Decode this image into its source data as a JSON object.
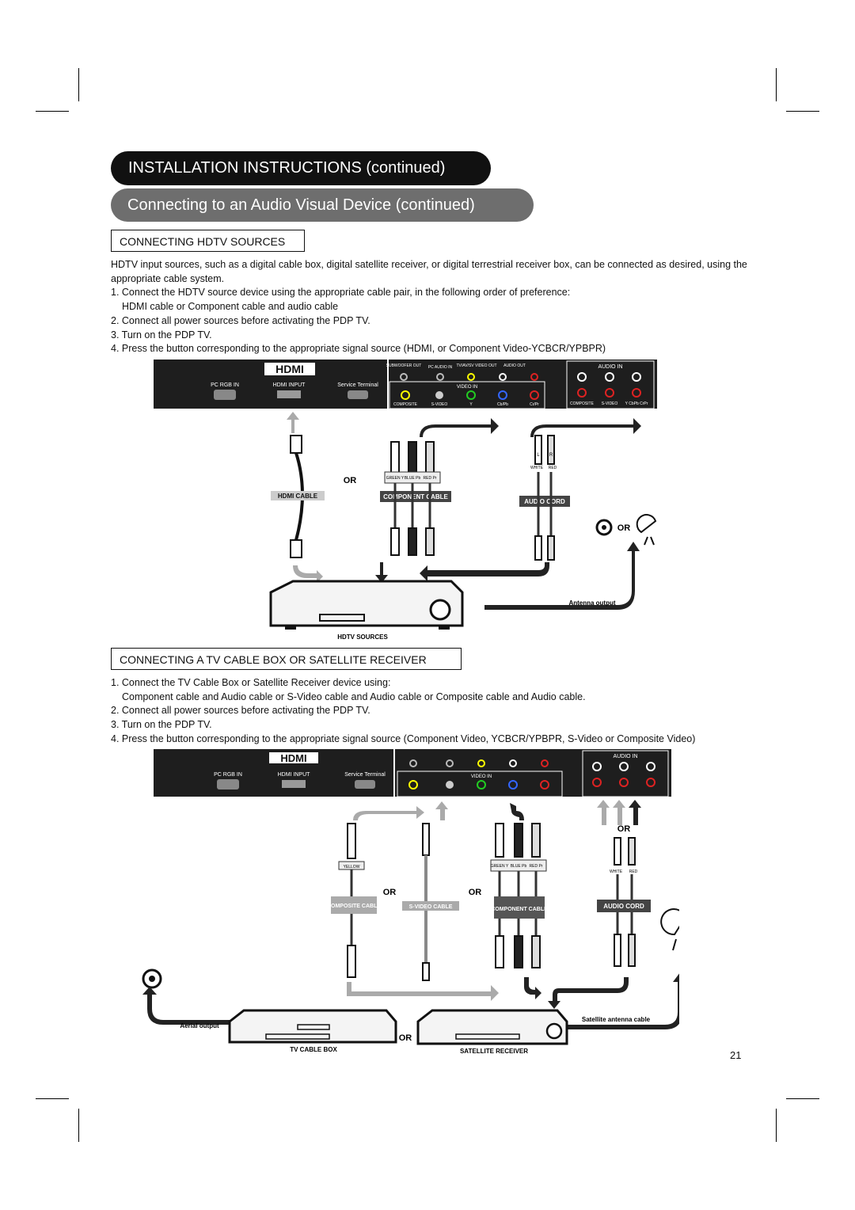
{
  "header": {
    "main_title": "INSTALLATION INSTRUCTIONS (continued)",
    "sub_title": "Connecting to an Audio Visual Device (continued)"
  },
  "section1": {
    "heading": "CONNECTING HDTV SOURCES",
    "intro": "HDTV input sources, such as a digital cable box, digital satellite receiver, or digital terrestrial receiver box, can be connected as desired, using the appropriate cable system.",
    "step1": "1. Connect the HDTV source device using the appropriate cable pair, in the following order of preference:",
    "step1_detail": "HDMI cable or Component cable and audio cable",
    "step2": "2. Connect all power sources before activating the PDP TV.",
    "step3": "3. Turn on the PDP TV.",
    "step4": "4. Press the button corresponding to the appropriate signal source (HDMI, or Component Video-YCBCR/YPBPR)"
  },
  "diagram1": {
    "panel": {
      "pc_rgb_in": "PC RGB IN",
      "hdmi_input": "HDMI INPUT",
      "service_terminal": "Service Terminal",
      "subwoofer_out": "SUBWOOFER OUT",
      "pc_audio_in": "PC AUDIO IN",
      "tv_av_video_out": "TV/AV/SV VIDEO OUT",
      "audio_out": "AUDIO OUT",
      "video_in": "VIDEO IN",
      "audio_in": "AUDIO IN",
      "composite": "COMPOSITE",
      "s_video": "S-VIDEO",
      "y": "Y",
      "cb_pb": "Cb/Pb",
      "cr_pr": "Cr/Pr",
      "composite2": "COMPOSITE",
      "s_video2": "S-VIDEO",
      "ycbcr": "Y CbPb CrPr"
    },
    "hdmi_cable": "HDMI CABLE",
    "or1": "OR",
    "component_cable": "COMPONENT CABLE",
    "green_y": "GREEN Y",
    "blue_pb": "BLUE Pb",
    "red_pr": "RED Pr",
    "audio_cord": "AUDIO CORD",
    "white": "WHITE",
    "red": "RED",
    "l": "L",
    "r": "R",
    "or2": "OR",
    "antenna_output": "Antenna output",
    "hdtv_sources": "HDTV SOURCES"
  },
  "section2": {
    "heading": "CONNECTING A TV CABLE BOX OR SATELLITE RECEIVER",
    "step1": "1. Connect the TV Cable Box or Satellite Receiver device using:",
    "step1_detail": "Component cable and Audio cable or S-Video cable and Audio cable or Composite cable and Audio cable.",
    "step2": "2. Connect all power sources before activating the PDP TV.",
    "step3": "3. Turn on the PDP TV.",
    "step4": "4. Press the button corresponding to the appropriate signal source (Component Video, YCBCR/YPBPR, S-Video or Composite Video)"
  },
  "diagram2": {
    "pc_rgb_in": "PC RGB IN",
    "hdmi_input": "HDMI INPUT",
    "service_terminal": "Service Terminal",
    "video_in": "VIDEO IN",
    "audio_in": "AUDIO IN",
    "yellow": "YELLOW",
    "composite_cable": "COMPOSITE CABLE",
    "or_a": "OR",
    "s_video_cable": "S-VIDEO CABLE",
    "or_b": "OR",
    "component_cable": "COMPONENT CABLE",
    "green_y": "GREEN Y",
    "blue_pb": "BLUE Pb",
    "red_pr": "RED Pr",
    "audio_cord": "AUDIO CORD",
    "white": "WHITE",
    "red": "RED",
    "or_c": "OR",
    "aerial_output": "Aerial output",
    "tv_cable_box": "TV CABLE BOX",
    "or_d": "OR",
    "satellite_receiver": "SATELLITE RECEIVER",
    "satellite_antenna_cable": "Satellite antenna cable"
  },
  "page_number": "21"
}
